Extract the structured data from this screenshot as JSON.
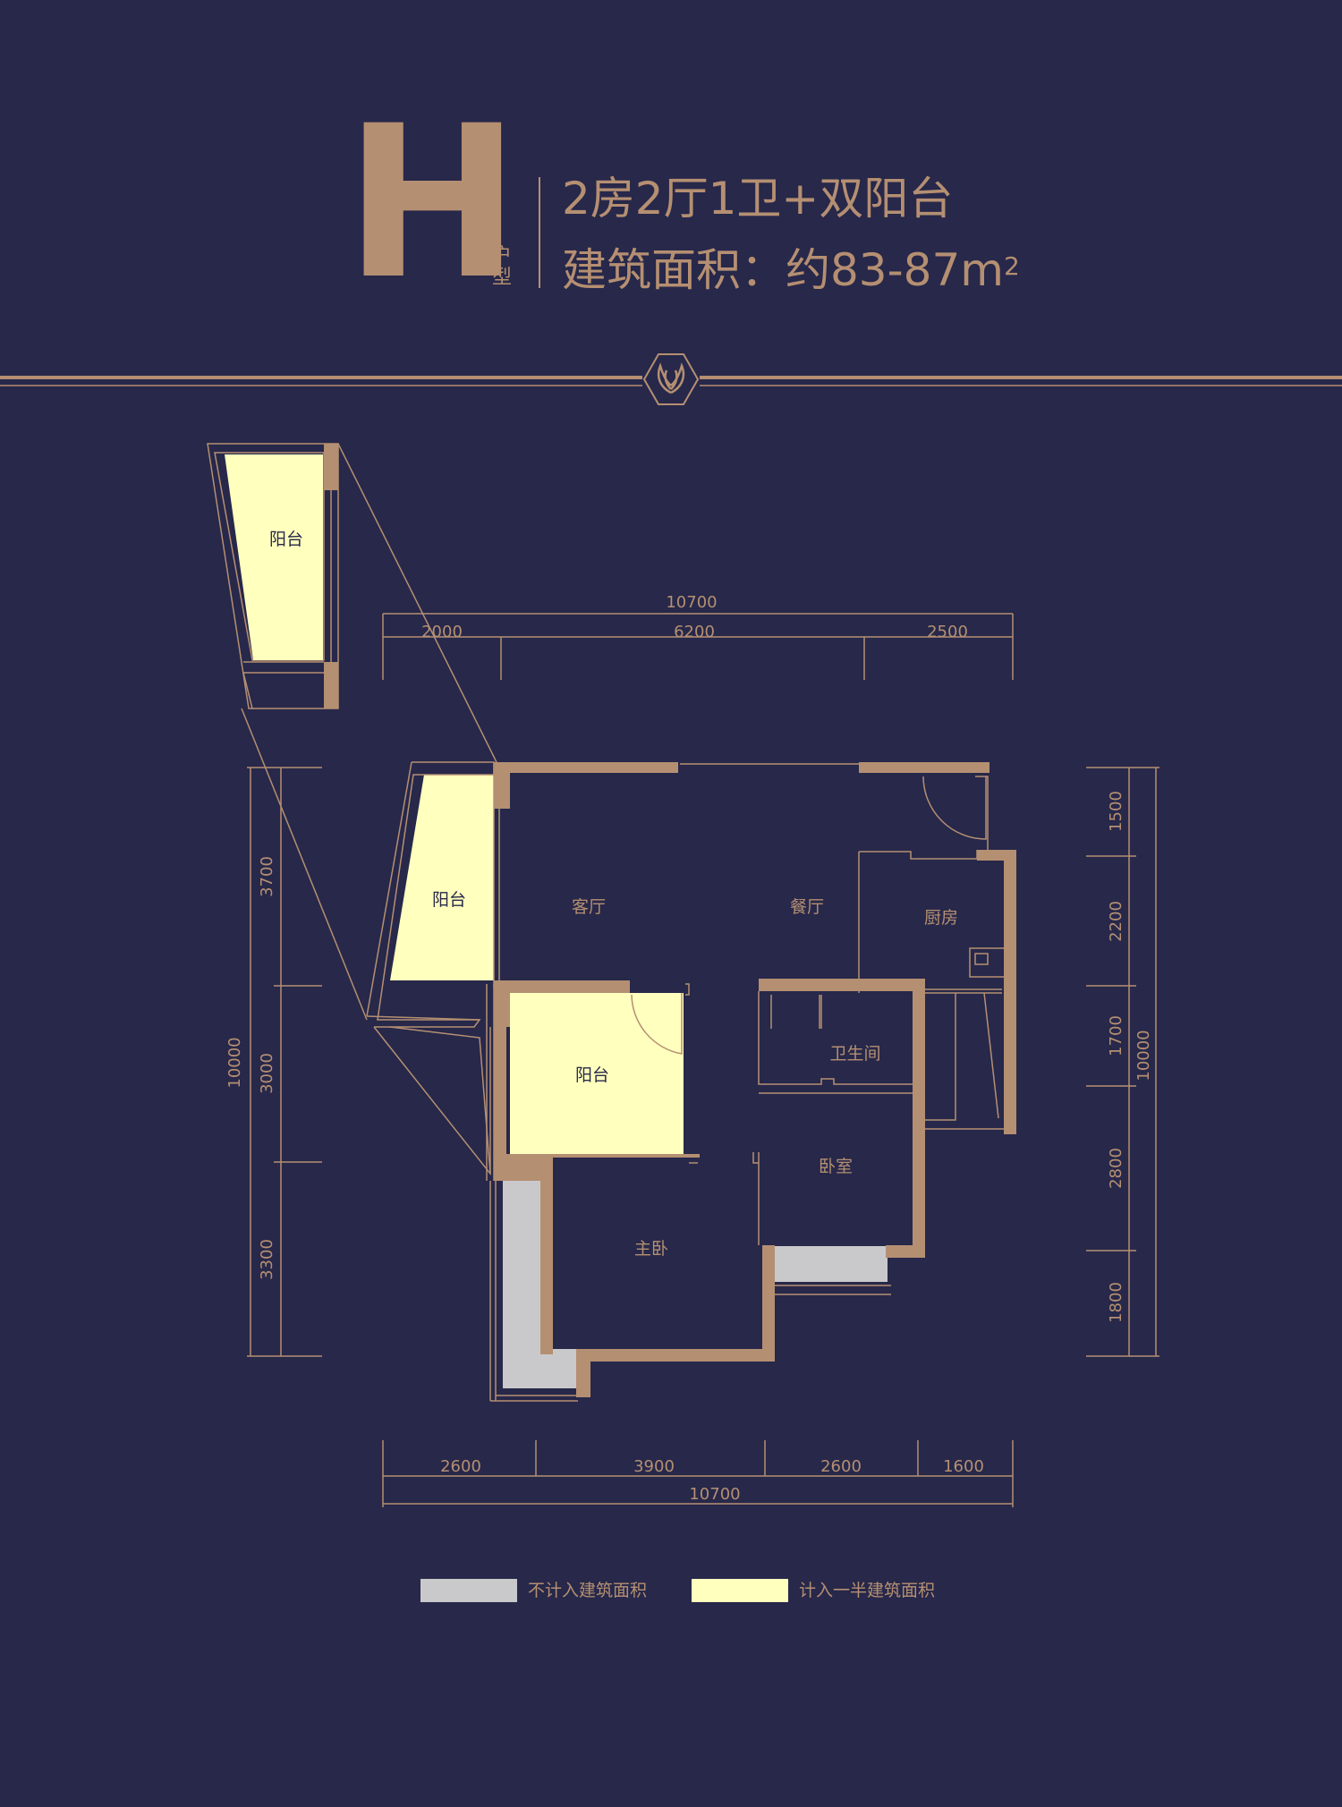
{
  "header": {
    "unit_letter": "H",
    "unit_label": [
      "户",
      "型"
    ],
    "layout_text": "2房2厅1卫+双阳台",
    "area_text": "建筑面积：约83-87m",
    "area_unit_exp": "2"
  },
  "rooms": {
    "balcony_detail": "阳台",
    "balcony_left": "阳台",
    "balcony_center": "阳台",
    "living_room": "客厅",
    "dining_room": "餐厅",
    "kitchen": "厨房",
    "bathroom": "卫生间",
    "bedroom": "卧室",
    "master_bedroom": "主卧"
  },
  "dimensions": {
    "top_total": "10700",
    "top_segments": [
      "2000",
      "6200",
      "2500"
    ],
    "bottom_total": "10700",
    "bottom_segments": [
      "2600",
      "3900",
      "2600",
      "1600"
    ],
    "left_total": "10000",
    "left_segments": [
      "3700",
      "3000",
      "3300"
    ],
    "right_total": "10000",
    "right_segments": [
      "1500",
      "2200",
      "1700",
      "2800",
      "1800"
    ]
  },
  "legend": [
    {
      "label": "不计入建筑面积",
      "color": "#c9c9cb"
    },
    {
      "label": "计入一半建筑面积",
      "color": "#ffffbe"
    }
  ],
  "colors": {
    "background": "#27284a",
    "accent": "#b58f72",
    "half_area": "#ffffbe",
    "excluded_area": "#c9c9cb"
  }
}
